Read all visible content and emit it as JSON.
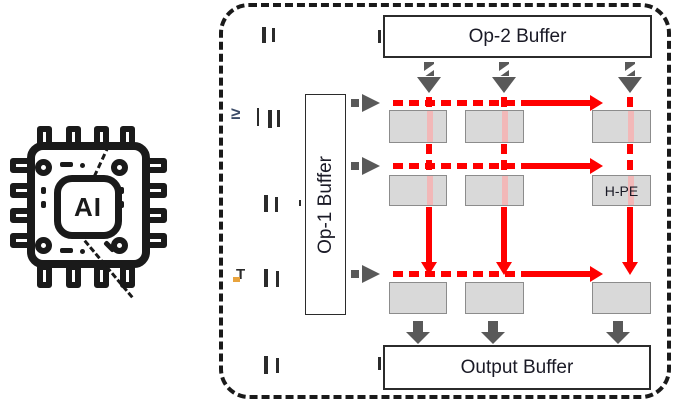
{
  "figure": {
    "description": "AI accelerator architecture: systolic PE array with operand and output buffers inside a dashed chip boundary, AI chip icon at left"
  },
  "labels": {
    "op2_buffer": "Op-2 Buffer",
    "op1_buffer": "Op-1 Buffer",
    "output_buffer": "Output Buffer",
    "h_pe": "H-PE",
    "ai_chip": "AI"
  },
  "fragments": {
    "geq_glyph": "≥",
    "tee_glyph": "T"
  },
  "icons": {
    "ai_chip_icon": "microchip with pins, corner vias, AI core and dashed diagonal slashes",
    "gray_arrow": "dashed gray block arrow (data input/output port)",
    "red_dashed_arrow": "red dashed dataflow arrow"
  },
  "colors": {
    "red": "#FF0000",
    "stripe": "#F2B8B8",
    "gray": "#595959",
    "ink": "#1A1A1A",
    "pe": "#D9D9D9",
    "peb": "#8C8C8C",
    "txt": "#1A1A26",
    "frag": "#2B2B2B",
    "orange": "#E8A33D",
    "geq": "#3A4A66"
  }
}
